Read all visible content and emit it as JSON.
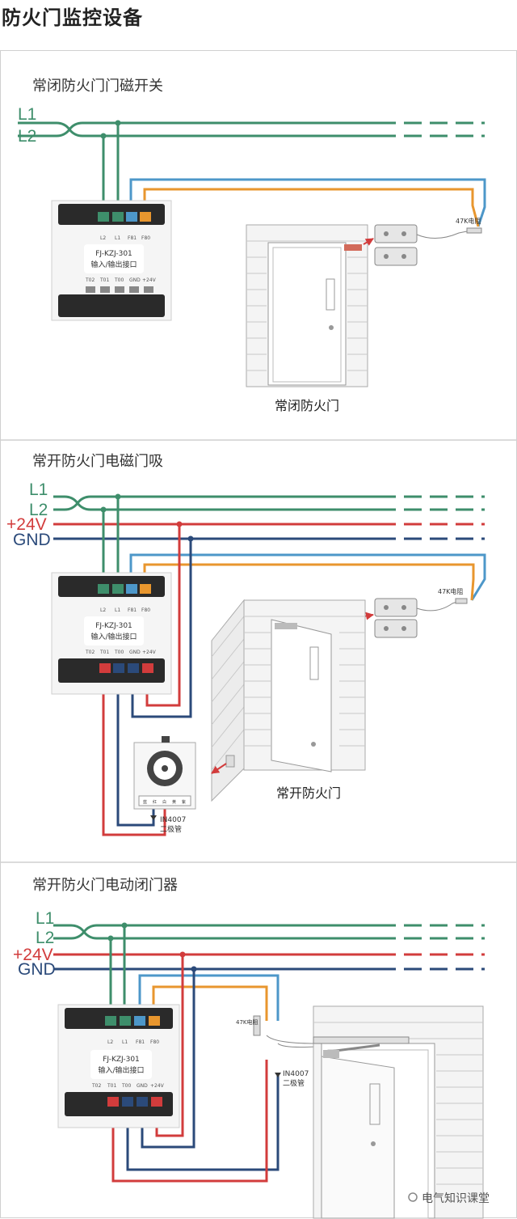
{
  "page_title": "防火门监控设备",
  "colors": {
    "green": "#3e8e6b",
    "red": "#d23c3c",
    "navy": "#2b4a7a",
    "blue": "#4d97c9",
    "orange": "#e8962e",
    "panel": "#f5f5f5",
    "terminal_dark": "#2a2a2a"
  },
  "sections": [
    {
      "title": "常闭防火门门磁开关",
      "wires": [
        "L1",
        "L2"
      ],
      "module": {
        "model": "FJ-KZJ-301",
        "subtitle": "输入/输出接口",
        "top_terminals": [
          "L2",
          "L1",
          "F81",
          "F80"
        ],
        "bottom_terminals": [
          "T02",
          "T01",
          "T00",
          "GND",
          "+24V"
        ]
      },
      "resistor_label": "47K电阻",
      "door_caption": "常闭防火门"
    },
    {
      "title": "常开防火门电磁门吸",
      "wires": [
        "L1",
        "L2",
        "+24V",
        "GND"
      ],
      "module": {
        "model": "FJ-KZJ-301",
        "subtitle": "输入/输出接口",
        "top_terminals": [
          "L2",
          "L1",
          "F81",
          "F80"
        ],
        "bottom_terminals": [
          "T02",
          "T01",
          "T00",
          "GND",
          "+24V"
        ]
      },
      "resistor_label": "47K电阻",
      "holder_terminal_labels": [
        "蓝",
        "红",
        "白",
        "黄",
        "紫"
      ],
      "diode_label": "IN4007",
      "diode_name": "二极管",
      "door_caption": "常开防火门"
    },
    {
      "title": "常开防火门电动闭门器",
      "wires": [
        "L1",
        "L2",
        "+24V",
        "GND"
      ],
      "module": {
        "model": "FJ-KZJ-301",
        "subtitle": "输入/输出接口",
        "top_terminals": [
          "L2",
          "L1",
          "F81",
          "F80"
        ],
        "bottom_terminals": [
          "T02",
          "T01",
          "T00",
          "GND",
          "+24V"
        ]
      },
      "resistor_label": "47K电阻",
      "diode_label": "IN4007",
      "diode_name": "二极管"
    }
  ],
  "watermark": "电气知识课堂"
}
